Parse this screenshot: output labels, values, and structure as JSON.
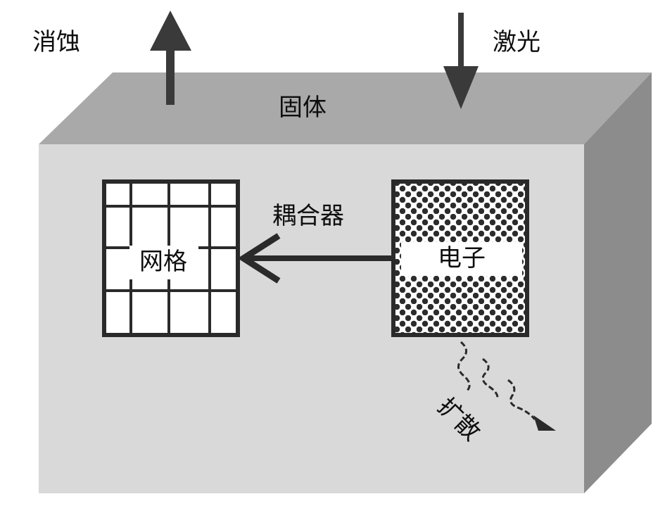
{
  "labels": {
    "ablation": "消蚀",
    "laser": "激光",
    "solid": "固体",
    "coupler": "耦合器",
    "lattice": "网格",
    "electron": "电子",
    "diffusion": "扩散"
  },
  "colors": {
    "front_face": "#d9d9d9",
    "top_face": "#a9a9a9",
    "side_face": "#8c8c8c",
    "arrow": "#3a3a3a",
    "outline": "#2a2a2a"
  }
}
